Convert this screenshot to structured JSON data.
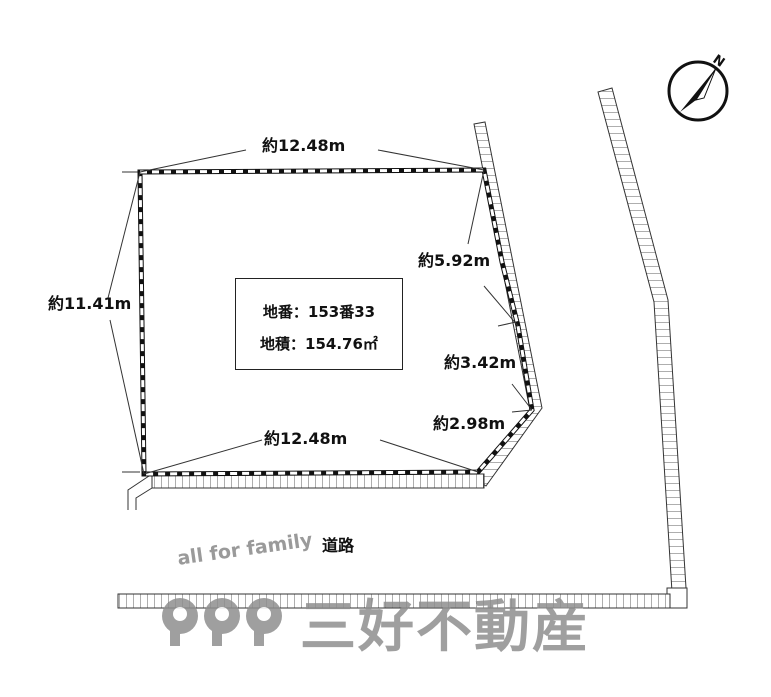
{
  "dimensions": {
    "top": "約12.48m",
    "left": "約11.41m",
    "bottom": "約12.48m",
    "right_upper": "約5.92m",
    "right_middle": "約3.42m",
    "right_corner": "約2.98m"
  },
  "lot_info": {
    "lot_number": "地番：153番33",
    "lot_area": "地積：154.76㎡"
  },
  "road_label": "道路",
  "north_label": "N",
  "logo": {
    "tagline": "all for family",
    "company": "三好不動産"
  }
}
